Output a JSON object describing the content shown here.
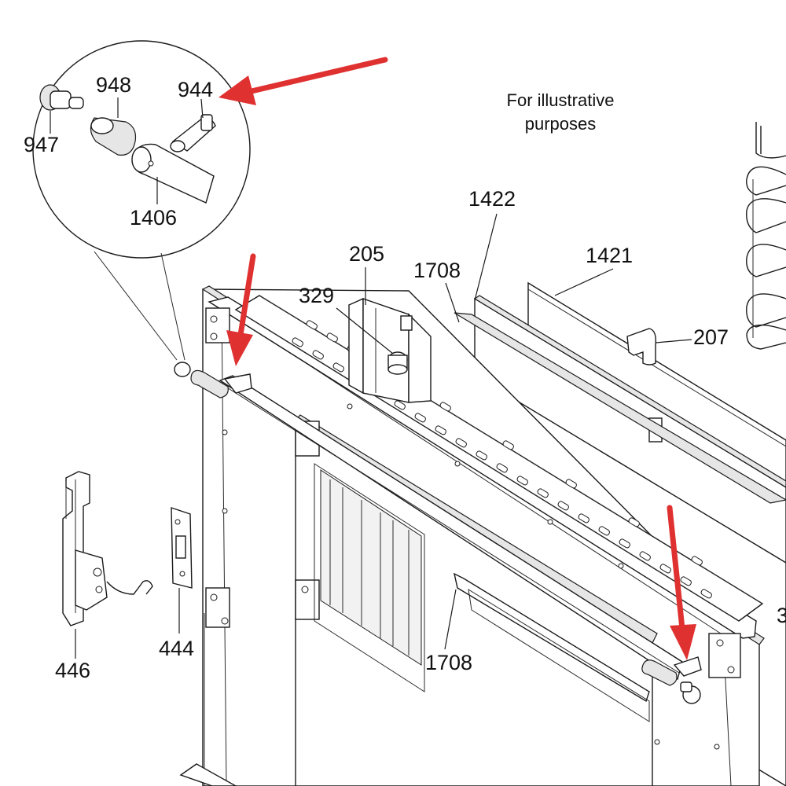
{
  "note": {
    "line1": "For illustrative",
    "line2": "purposes"
  },
  "callouts": {
    "p947": "947",
    "p948": "948",
    "p944": "944",
    "p1406": "1406",
    "p205": "205",
    "p329": "329",
    "p1708_top": "1708",
    "p1422": "1422",
    "p1421": "1421",
    "p207": "207",
    "p446": "446",
    "p444": "444",
    "p1708_bottom": "1708",
    "p3_partial": "3"
  },
  "colors": {
    "arrow": "#e03131",
    "line": "#1a1a1a",
    "background": "#ffffff"
  },
  "arrows": {
    "count": 3,
    "icon": "red-arrow-icon"
  }
}
